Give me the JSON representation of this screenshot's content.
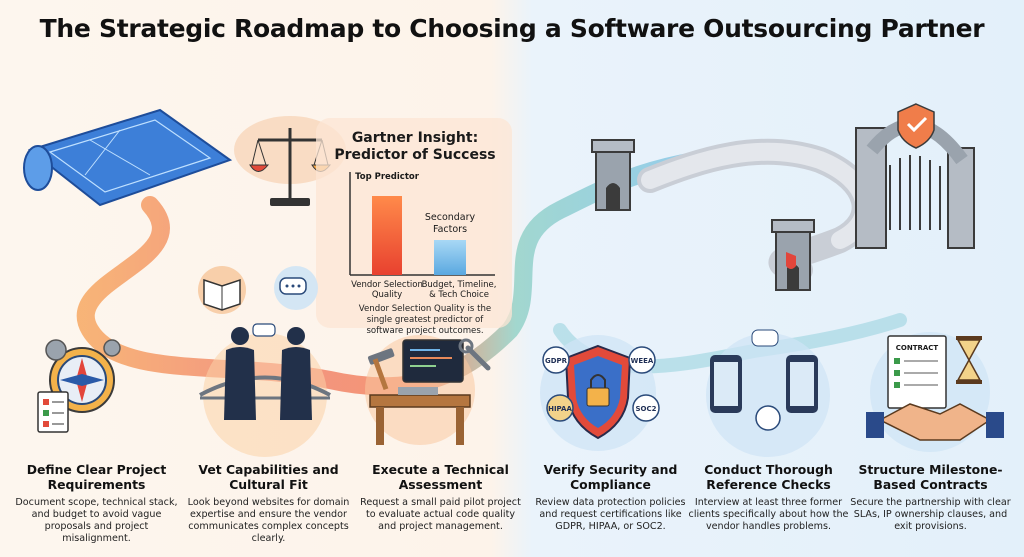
{
  "title": "The Strategic Roadmap to Choosing a Software Outsourcing Partner",
  "insight": {
    "title": "Gartner Insight: Predictor of Success",
    "top_label": "Top Predictor",
    "secondary_label": "Secondary Factors",
    "bar1_label": "Vendor Selection Quality",
    "bar2_label": "Budget, Timeline, & Tech Choice",
    "note": "Vendor Selection Quality is the single greatest predictor of software project outcomes."
  },
  "badges": [
    "GDPR",
    "WEEA",
    "HIPAA",
    "SOC2"
  ],
  "contract_label": "CONTRACT",
  "steps": [
    {
      "title": "Define Clear Project Requirements",
      "desc": "Document scope, technical stack, and budget to avoid vague proposals and project misalignment."
    },
    {
      "title": "Vet Capabilities and Cultural Fit",
      "desc": "Look beyond websites for domain expertise and ensure the vendor communicates complex concepts clearly."
    },
    {
      "title": "Execute a Technical Assessment",
      "desc": "Request a small paid pilot project to evaluate actual code quality and project management."
    },
    {
      "title": "Verify Security and Compliance",
      "desc": "Review data protection policies and request certifications like GDPR, HIPAA, or SOC2."
    },
    {
      "title": "Conduct Thorough Reference Checks",
      "desc": "Interview at least three former clients specifically about how the vendor handles problems."
    },
    {
      "title": "Structure Milestone-Based Contracts",
      "desc": "Secure the partnership with clear SLAs, IP ownership clauses, and exit provisions."
    }
  ],
  "icons": [
    "blueprint-icon",
    "compass-icon",
    "checklist-icon",
    "scale-icon",
    "book-icon",
    "chat-bubble-icon",
    "people-icon",
    "bridge-icon",
    "hammer-icon",
    "wrench-icon",
    "computer-icon",
    "workbench-icon",
    "shield-lock-icon",
    "phone-icon",
    "contract-icon",
    "hourglass-icon",
    "handshake-icon",
    "castle-gate-icon",
    "winding-road-icon"
  ]
}
